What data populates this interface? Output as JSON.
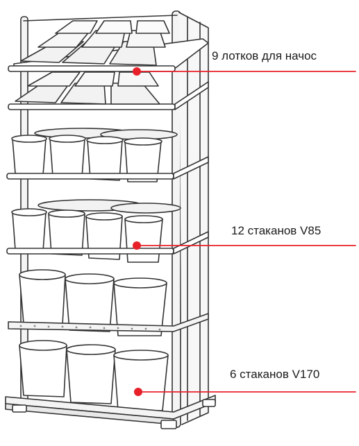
{
  "callouts": [
    {
      "id": "trays",
      "text": "9 лотков для начос"
    },
    {
      "id": "v85",
      "text": "12 стаканов V85"
    },
    {
      "id": "v170",
      "text": "6 стаканов V170"
    }
  ],
  "colors": {
    "line": "#333333",
    "fill": "#ffffff",
    "shade": "#e9e9e9",
    "accent": "#e8202a"
  }
}
